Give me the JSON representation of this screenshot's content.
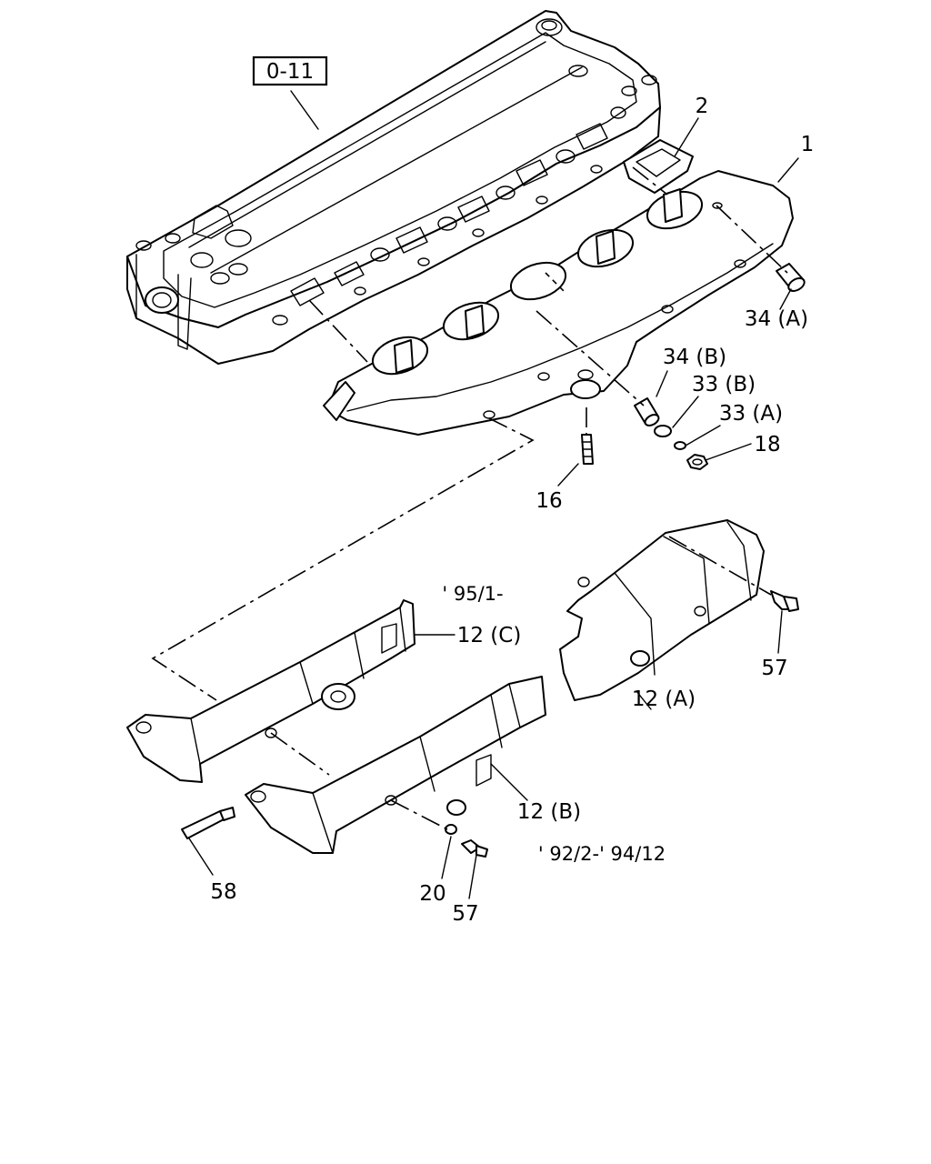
{
  "diagram": {
    "reference_label": "0-11",
    "part_labels": {
      "p1": "1",
      "p2": "2",
      "p34a": "34 (A)",
      "p34b": "34 (B)",
      "p33b": "33 (B)",
      "p33a": "33 (A)",
      "p18": "18",
      "p16": "16",
      "p57a": "57",
      "p12a": "12 (A)",
      "p12c": "12 (C)",
      "p12b": "12 (B)",
      "p58": "58",
      "p20": "20",
      "p57b": "57"
    },
    "notes": {
      "date_95": "' 95/1-",
      "date_92": "' 92/2-' 94/12"
    }
  }
}
